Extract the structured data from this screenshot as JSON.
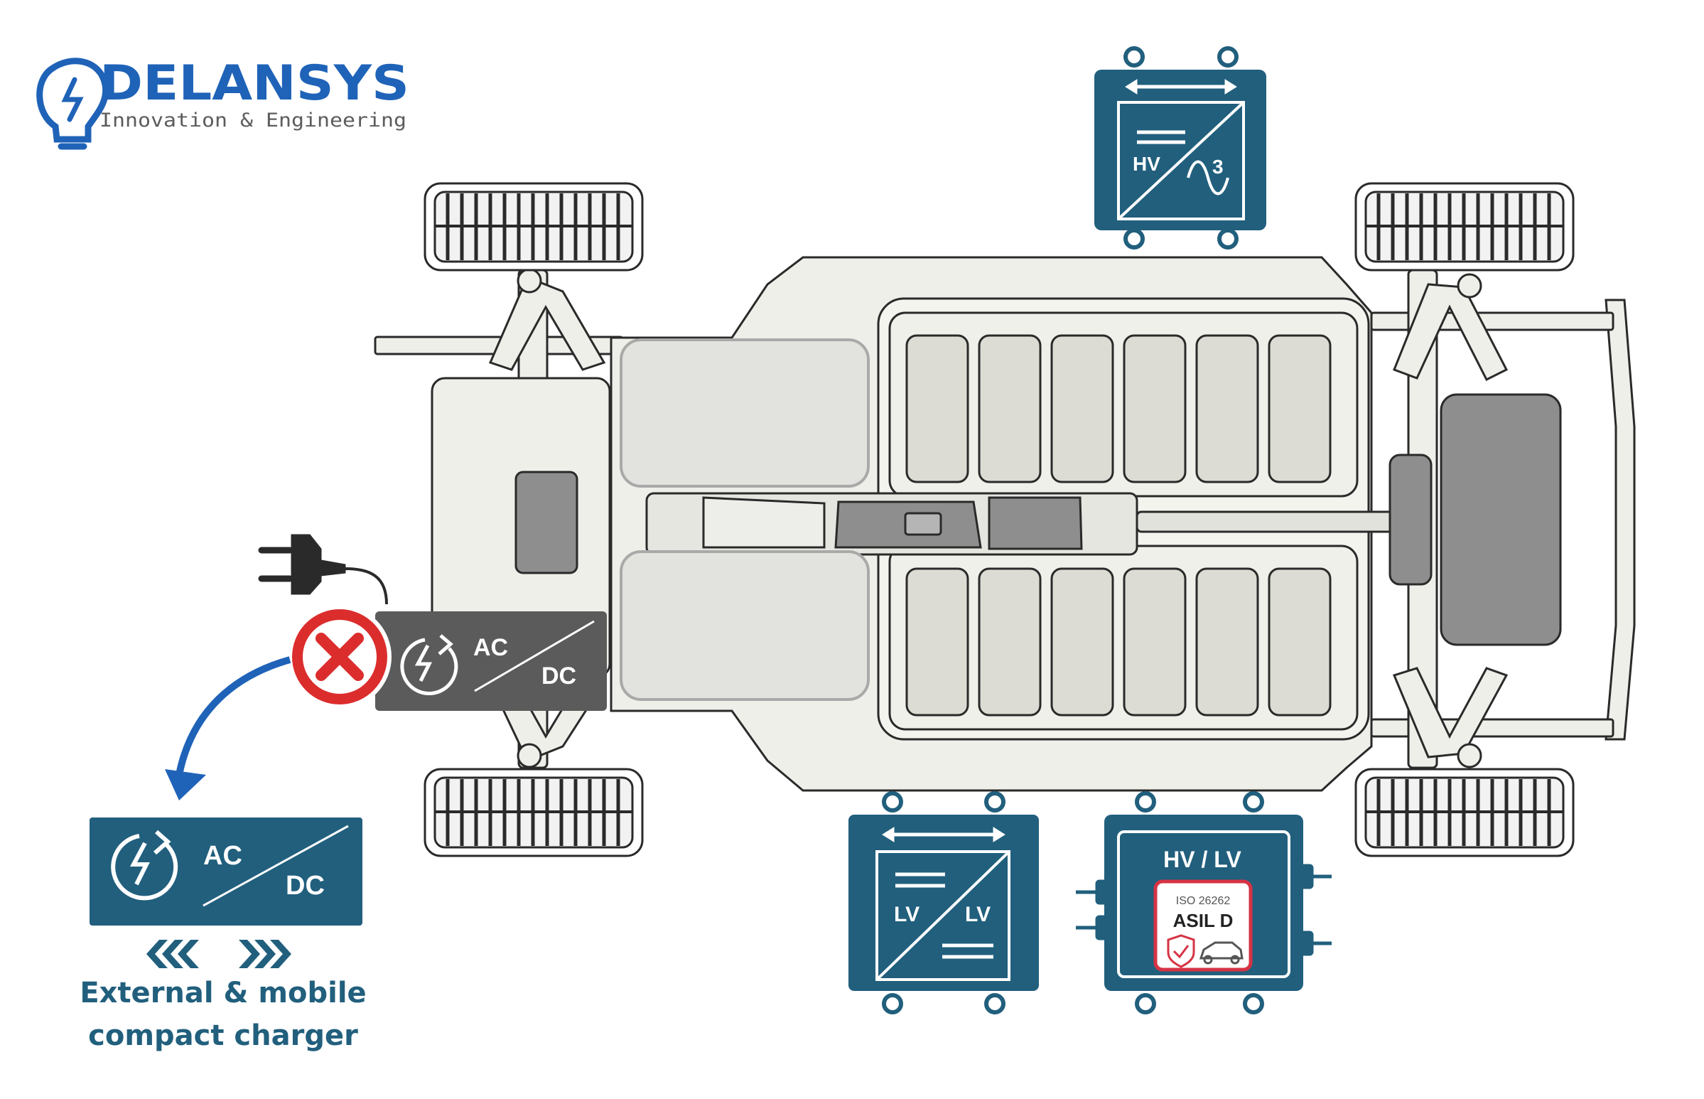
{
  "brand": {
    "name": "DELANSYS",
    "tagline": "Innovation & Engineering",
    "color": "#1f63b8"
  },
  "colors": {
    "module": "#215f7d",
    "module_grey": "#5b5b5b",
    "warning_red": "#dc2d2d",
    "caption": "#215f7d",
    "chassis_fill": "#efefe9",
    "battery_cell": "#dcdcd4"
  },
  "onboard_charger": {
    "ac_label": "AC",
    "dc_label": "DC",
    "status": "removed",
    "status_icon": "x-mark-icon",
    "plug_icon": "power-plug-icon"
  },
  "external_charger": {
    "ac_label": "AC",
    "dc_label": "DC",
    "caption_line1": "External & mobile",
    "caption_line2": "compact charger",
    "arrows_icon": "bidirectional-chevrons-icon"
  },
  "inverter": {
    "hv_label": "HV",
    "phase_label": "3",
    "wave_icon": "ac-sine-wave-icon"
  },
  "lv_converter": {
    "left_label": "LV",
    "right_label": "LV"
  },
  "hvlv_converter": {
    "title": "HV / LV",
    "standard_label": "ISO 26262",
    "safety_level": "ASIL D"
  }
}
